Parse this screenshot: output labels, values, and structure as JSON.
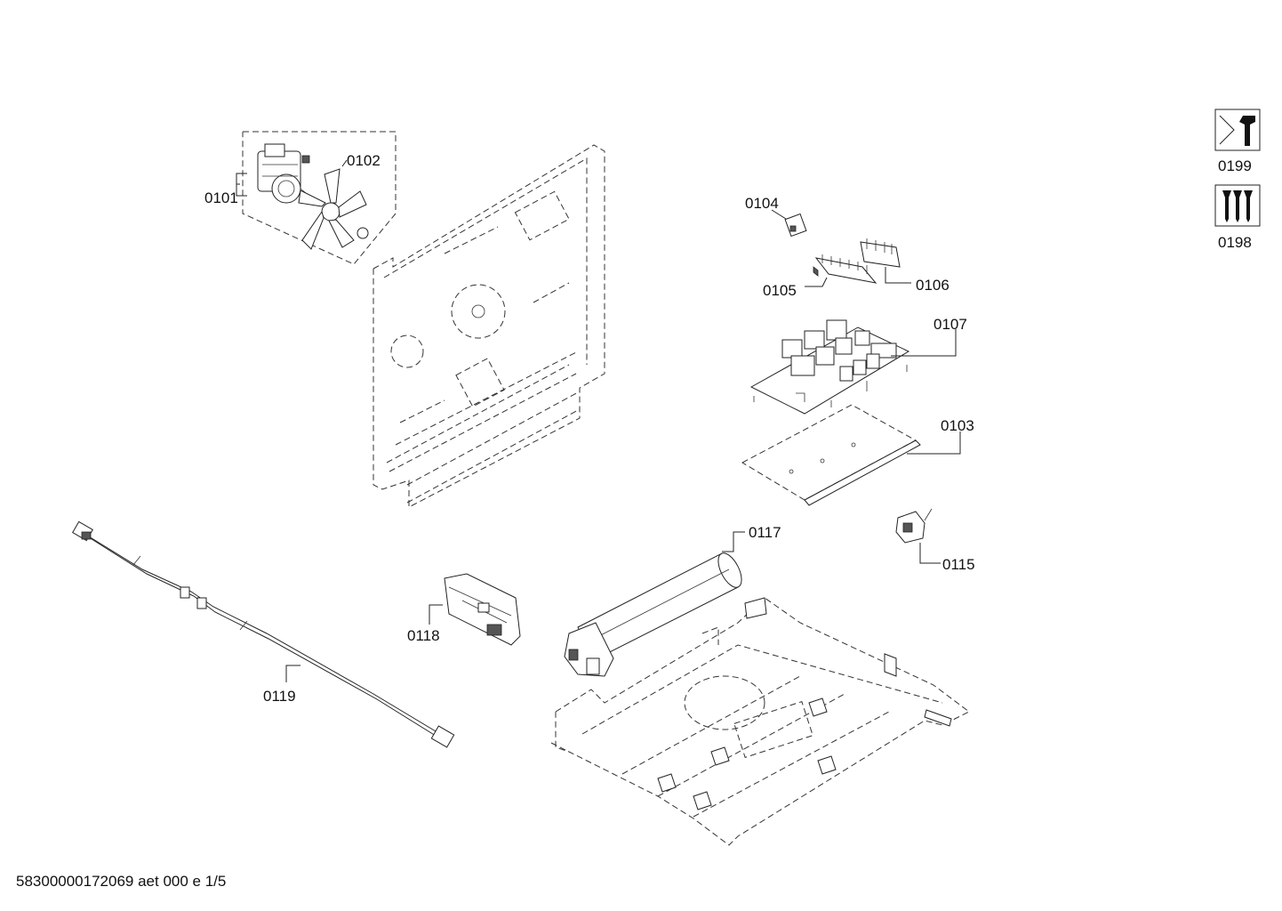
{
  "labels": {
    "p0101": "0101",
    "p0102": "0102",
    "p0103": "0103",
    "p0104": "0104",
    "p0105": "0105",
    "p0106": "0106",
    "p0107": "0107",
    "p0115": "0115",
    "p0117": "0117",
    "p0118": "0118",
    "p0119": "0119",
    "p0198": "0198",
    "p0199": "0199"
  },
  "footer": "58300000172069 aet 000 e 1/5",
  "icons": {
    "service_tool": "wrench-icon",
    "screw_set": "screws-icon"
  }
}
